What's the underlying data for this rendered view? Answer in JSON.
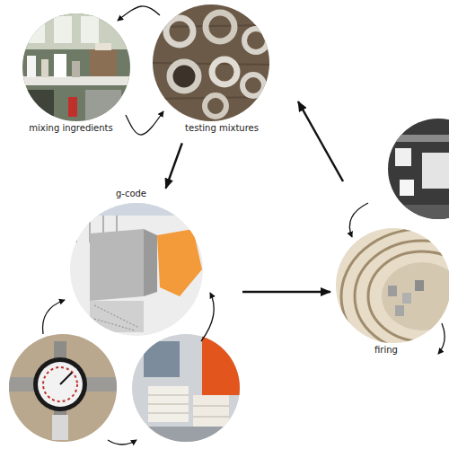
{
  "diagram": {
    "nodes": [
      {
        "text": [
          "mixing ingredients"
        ]
      },
      {
        "text": [
          "testing mixtures"
        ]
      },
      {
        "text": [
          "g-code"
        ]
      },
      {
        "text": [
          "firing"
        ]
      }
    ],
    "edges": [
      {
        "from": 1,
        "to": 0,
        "arrow": "to"
      },
      {
        "from": 0,
        "to": 1,
        "arrow": "to"
      },
      {
        "from": 1,
        "to": 2,
        "arrow": "to"
      },
      {
        "from": 2,
        "to": 3,
        "arrow": "to"
      },
      {
        "from": 3,
        "to": 1,
        "arrow": "to"
      }
    ]
  }
}
